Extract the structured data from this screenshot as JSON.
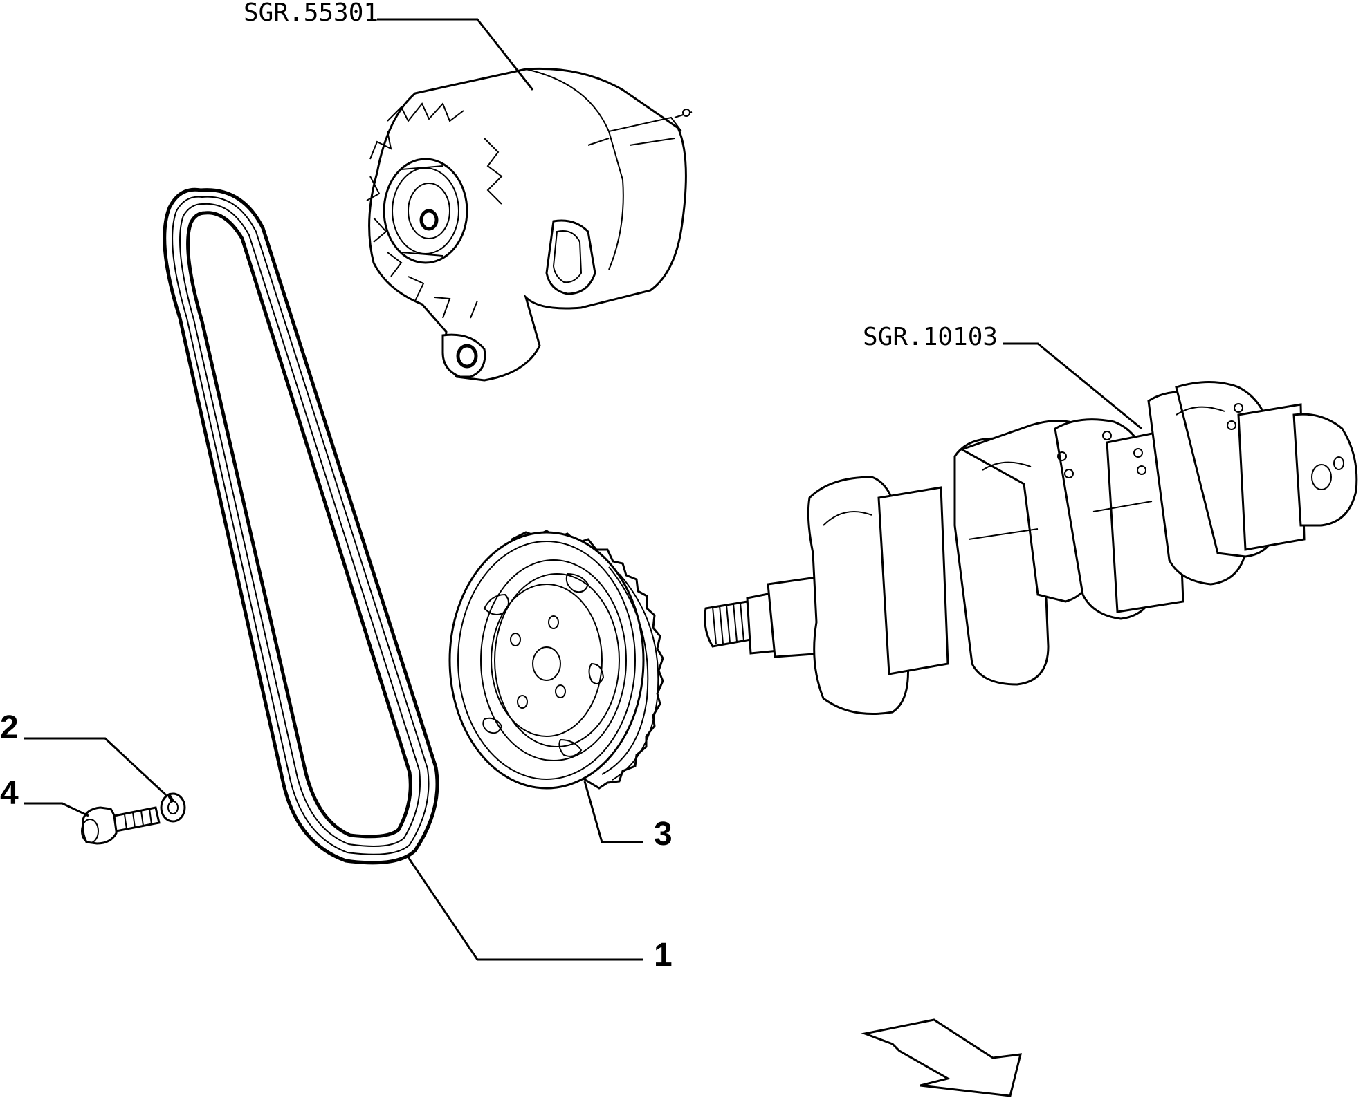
{
  "references": {
    "alternator": "SGR.55301",
    "crankshaft": "SGR.10103"
  },
  "callouts": {
    "belt": "1",
    "washer": "2",
    "pulley": "3",
    "bolt": "4"
  }
}
